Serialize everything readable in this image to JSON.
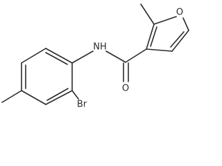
{
  "structure": {
    "atoms": {
      "nh": "NH",
      "o_ring": "O",
      "o_carbonyl": "O",
      "br": "Br"
    }
  }
}
